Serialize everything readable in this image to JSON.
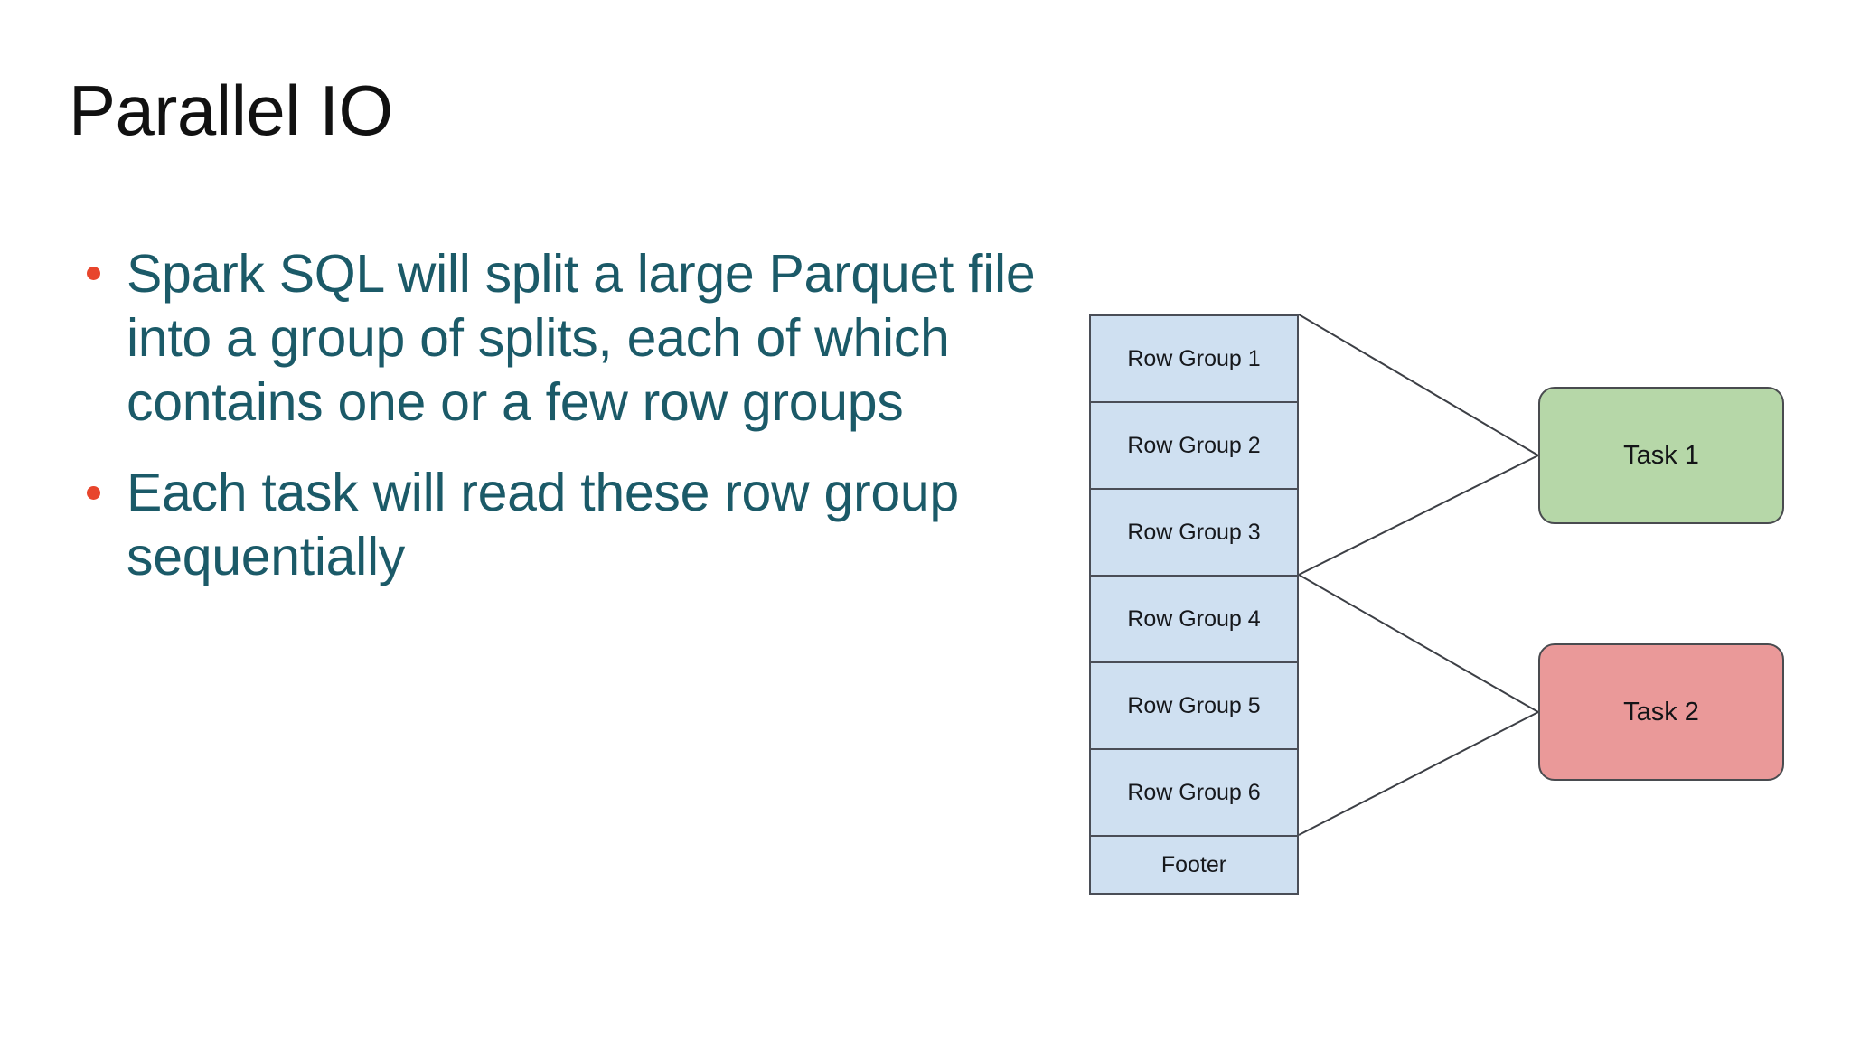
{
  "slide": {
    "title": "Parallel IO",
    "background_color": "#FFFFFF",
    "title_color": "#111111"
  },
  "content": {
    "bullet_color": "#E8452C",
    "text_color": "#1B5A68",
    "bullets": [
      "Spark SQL will split a large Parquet file into a group of splits, each of which contains one or a few row groups",
      "Each task will read these row group sequentially"
    ]
  },
  "diagram": {
    "type": "flow",
    "rowgroup_fill": "#CFE0F1",
    "rowgroup_border": "#4A4E57",
    "file_blocks": [
      {
        "label": "Row Group 1"
      },
      {
        "label": "Row Group 2"
      },
      {
        "label": "Row Group 3"
      },
      {
        "label": "Row Group 4"
      },
      {
        "label": "Row Group 5"
      },
      {
        "label": "Row Group 6"
      }
    ],
    "footer_block": {
      "label": "Footer"
    },
    "tasks": [
      {
        "label": "Task 1",
        "fill": "#B6D7A8",
        "border": "#494B4F"
      },
      {
        "label": "Task 2",
        "fill": "#EA9999",
        "border": "#494B4F"
      }
    ],
    "connector_color": "#3C3F45"
  }
}
